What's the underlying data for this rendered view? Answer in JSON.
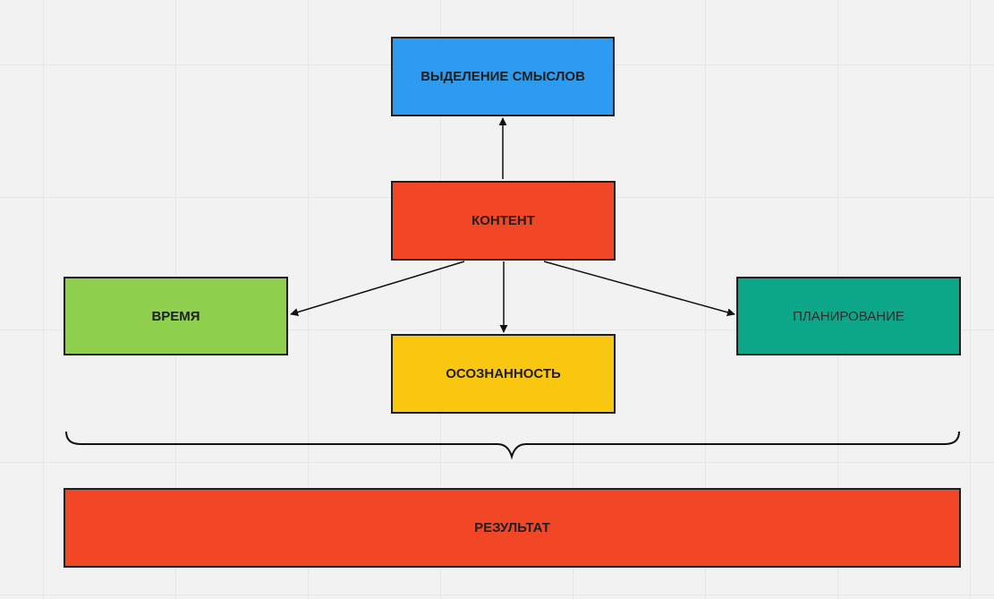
{
  "nodes": {
    "meanings": {
      "label": "ВЫДЕЛЕНИЕ СМЫСЛОВ",
      "color": "#2d9bf0"
    },
    "content": {
      "label": "КОНТЕНТ",
      "color": "#f24726"
    },
    "time": {
      "label": "ВРЕМЯ",
      "color": "#8fd14f"
    },
    "planning": {
      "label": "ПЛАНИРОВАНИЕ",
      "color": "#0ca789"
    },
    "awareness": {
      "label": "ОСОЗНАННОСТЬ",
      "color": "#fac710"
    },
    "result": {
      "label": "РЕЗУЛЬТАТ",
      "color": "#f24726"
    }
  },
  "edges": [
    {
      "from": "content",
      "to": "meanings"
    },
    {
      "from": "content",
      "to": "time"
    },
    {
      "from": "content",
      "to": "awareness"
    },
    {
      "from": "content",
      "to": "planning"
    }
  ],
  "colors": {
    "canvas": "#f2f2f2",
    "grid": "#e6e6e6",
    "stroke": "#1f1f1f"
  }
}
